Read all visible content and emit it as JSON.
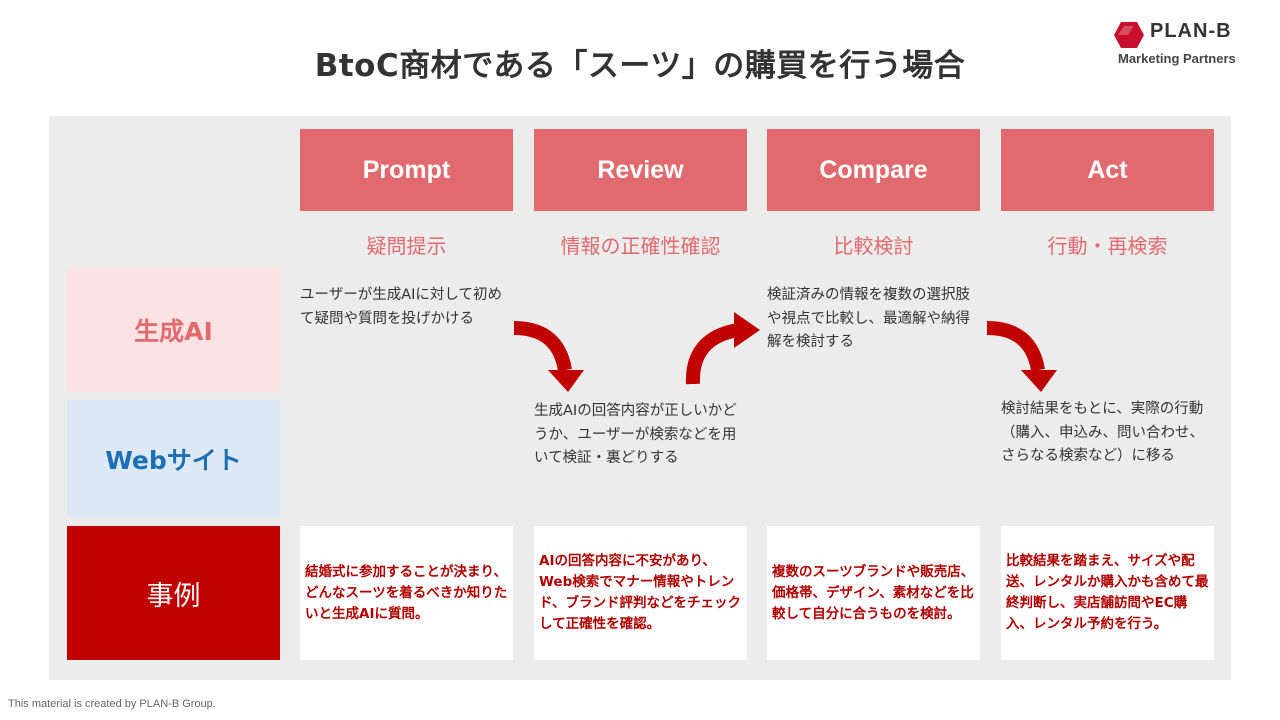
{
  "title": "BtoC商材である「スーツ」の購買を行う場合",
  "logo": {
    "name": "PLAN-B",
    "tagline": "Marketing Partners"
  },
  "phases": [
    {
      "label": "Prompt",
      "sub": "疑問提示"
    },
    {
      "label": "Review",
      "sub": "情報の正確性確認"
    },
    {
      "label": "Compare",
      "sub": "比較検討"
    },
    {
      "label": "Act",
      "sub": "行動・再検索"
    }
  ],
  "rows": {
    "ai": "生成AI",
    "web": "Webサイト",
    "case": "事例"
  },
  "descriptions": {
    "prompt": "ユーザーが生成AIに対して初めて疑問や質問を投げかける",
    "review": "生成AIの回答内容が正しいかどうか、ユーザーが検索などを用いて検証・裏どりする",
    "compare": "検証済みの情報を複数の選択肢や視点で比較し、最適解や納得解を検討する",
    "act": "検討結果をもとに、実際の行動（購入、申込み、問い合わせ、さらなる検索など）に移る"
  },
  "cases": {
    "prompt": "結婚式に参加することが決まり、どんなスーツを着るべきか知りたいと生成AIに質問。",
    "review": "AIの回答内容に不安があり、Web検索でマナー情報やトレンド、ブランド評判などをチェックして正確性を確認。",
    "compare": "複数のスーツブランドや販売店、価格帯、デザイン、素材などを比較して自分に合うものを検討。",
    "act": "比較結果を踏まえ、サイズや配送、レンタルか購入かも含めて最終判断し、実店舗訪問やEC購入、レンタル予約を行う。"
  },
  "footer": "This material is created by PLAN-B Group.",
  "colors": {
    "accent": "#e06a6d",
    "dark_red": "#c10000",
    "ai_bg": "#fbe3e3",
    "web_bg": "#dde8f5",
    "web_text": "#1a6fb5",
    "panel": "#ececec"
  },
  "icons": [
    "plan-b-logo-icon",
    "curved-arrow-down-icon",
    "curved-arrow-up-icon"
  ]
}
